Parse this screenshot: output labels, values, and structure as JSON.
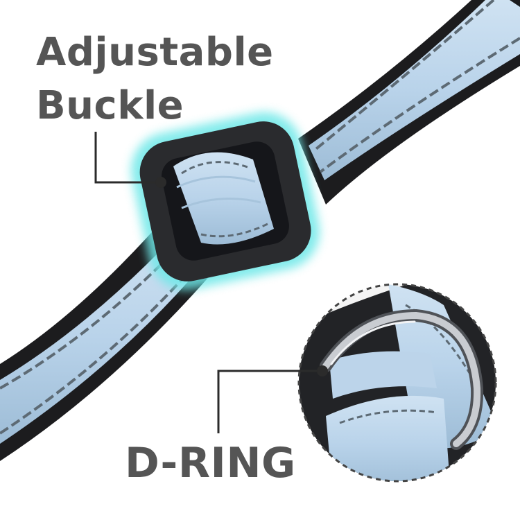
{
  "callouts": {
    "buckle": {
      "line1": "Adjustable",
      "line2": "Buckle"
    },
    "dring": {
      "label": "D-RING"
    }
  },
  "colors": {
    "webbing": "#b9d3ea",
    "webbing_shadow": "#8fb0cc",
    "edge": "#1c1c1e",
    "stitch": "#5d6a74",
    "buckle": "#2a2b2e",
    "glow": "#6ee8e8",
    "ring_metal": "#b9bcc2",
    "label_text": "#555555"
  }
}
